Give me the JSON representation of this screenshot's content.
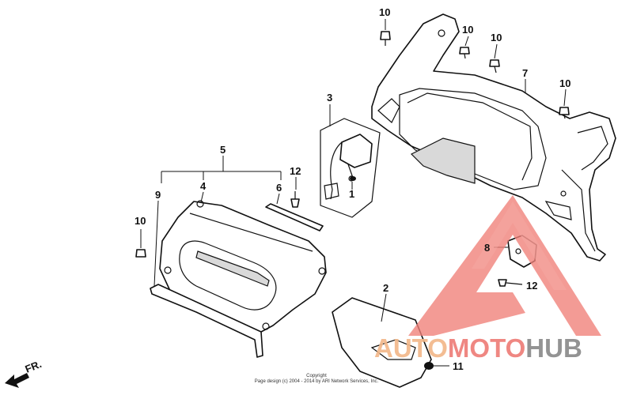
{
  "diagram": {
    "callouts": {
      "c1": "1",
      "c2": "2",
      "c3": "3",
      "c4": "4",
      "c5": "5",
      "c6": "6",
      "c7": "7",
      "c8": "8",
      "c9": "9",
      "c10": "10",
      "c11": "11",
      "c12": "12"
    },
    "direction_marker": "FR.",
    "copyright_line1": "Copyright",
    "copyright_line2": "Page design (c) 2004 - 2014 by ARI Network Services, Inc."
  },
  "watermark": {
    "word_auto": "AUTO",
    "word_moto": "MOTO",
    "word_hub": "HUB",
    "colors": {
      "auto": "#f2b88a",
      "moto": "#ee7d78",
      "hub": "#8a8a8a",
      "triangle": "#f07f78"
    }
  }
}
